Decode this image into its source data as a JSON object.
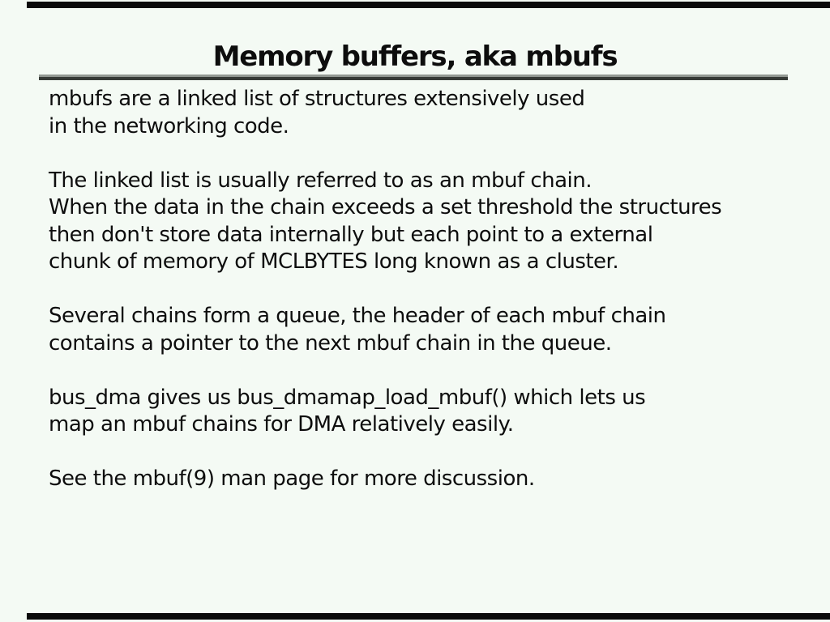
{
  "slide": {
    "title": "Memory buffers, aka mbufs",
    "colors": {
      "background": "#f4faf4",
      "text": "#0d0d0d",
      "rule_top": "#939993",
      "rule_bottom": "#373b37",
      "edge_bar": "#0a0a0a"
    },
    "paragraphs": [
      [
        "mbufs are a linked list of structures extensively used",
        "in the networking code."
      ],
      [
        "The linked list is usually referred to as an mbuf chain.",
        "When the data in the chain exceeds a set threshold the structures",
        "then don't store data internally but each point to a external",
        "chunk of memory of MCLBYTES long known as a cluster."
      ],
      [
        "Several chains form a queue, the header of each mbuf chain",
        "contains a pointer to the next mbuf chain in the queue."
      ],
      [
        "bus_dma gives us bus_dmamap_load_mbuf() which lets us",
        "map an mbuf chains for DMA relatively easily."
      ],
      [
        "See the mbuf(9) man page for more discussion."
      ]
    ]
  }
}
